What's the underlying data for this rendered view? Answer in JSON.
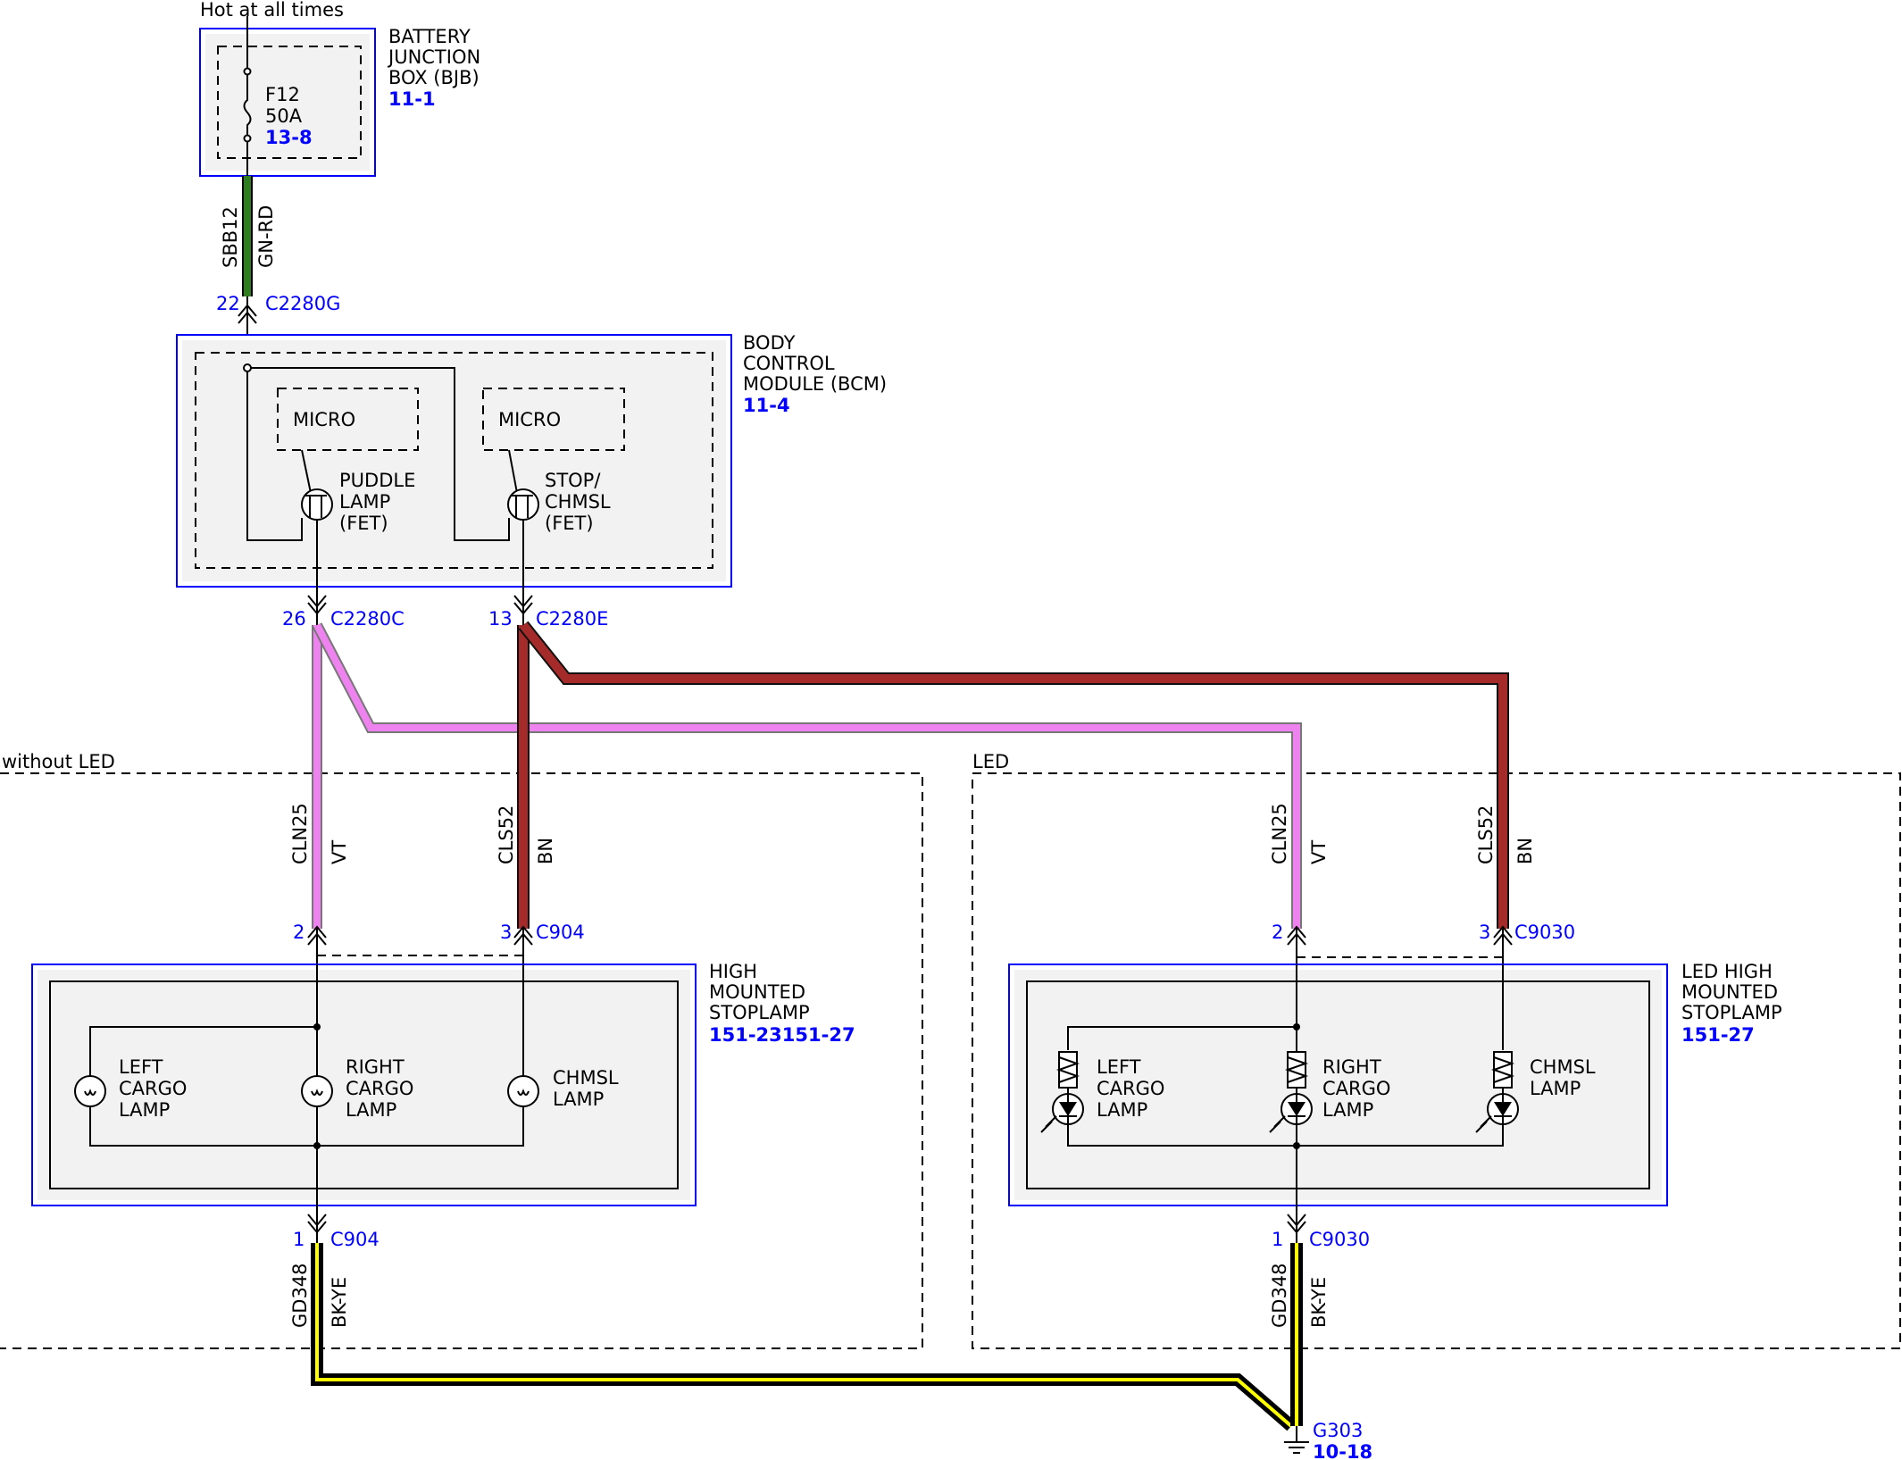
{
  "top_note": "Hot at all times",
  "bjb": {
    "name_lines": [
      "BATTERY",
      "JUNCTION",
      "BOX (BJB)"
    ],
    "ref": "11-1",
    "fuse_lines": [
      "F12",
      "50A"
    ],
    "fuse_ref": "13-8"
  },
  "wire_sbb12": {
    "circuit": "SBB12",
    "color": "GN-RD"
  },
  "c2280g": {
    "pin": "22",
    "connector": "C2280G"
  },
  "bcm": {
    "name_lines": [
      "BODY",
      "CONTROL",
      "MODULE (BCM)"
    ],
    "ref": "11-4",
    "micro1": "MICRO",
    "micro2": "MICRO",
    "fet1_lines": [
      "PUDDLE",
      "LAMP",
      "(FET)"
    ],
    "fet2_lines": [
      "STOP/",
      "CHMSL",
      "(FET)"
    ]
  },
  "c2280c": {
    "pin": "26",
    "connector": "C2280C"
  },
  "c2280e": {
    "pin": "13",
    "connector": "C2280E"
  },
  "region_without_led": "without LED",
  "region_led": "LED",
  "wire_cln25_left": {
    "circuit": "CLN25",
    "color": "VT"
  },
  "wire_cls52_left": {
    "circuit": "CLS52",
    "color": "BN"
  },
  "wire_cln25_right": {
    "circuit": "CLN25",
    "color": "VT"
  },
  "wire_cls52_right": {
    "circuit": "CLS52",
    "color": "BN"
  },
  "c904_top_left": {
    "pin": "2"
  },
  "c904_top_right": {
    "pin": "3",
    "connector": "C904"
  },
  "c9030_top_left": {
    "pin": "2"
  },
  "c9030_top_right": {
    "pin": "3",
    "connector": "C9030"
  },
  "hms": {
    "name_lines": [
      "HIGH",
      "MOUNTED",
      "STOPLAMP"
    ],
    "ref": "151-23151-27",
    "lamp_left": [
      "LEFT",
      "CARGO",
      "LAMP"
    ],
    "lamp_right": [
      "RIGHT",
      "CARGO",
      "LAMP"
    ],
    "lamp_chmsl": [
      "CHMSL",
      "LAMP"
    ]
  },
  "led_hms": {
    "name_lines": [
      "LED HIGH",
      "MOUNTED",
      "STOPLAMP"
    ],
    "ref": "151-27",
    "lamp_left": [
      "LEFT",
      "CARGO",
      "LAMP"
    ],
    "lamp_right": [
      "RIGHT",
      "CARGO",
      "LAMP"
    ],
    "lamp_chmsl": [
      "CHMSL",
      "LAMP"
    ]
  },
  "c904_bottom": {
    "pin": "1",
    "connector": "C904"
  },
  "c9030_bottom": {
    "pin": "1",
    "connector": "C9030"
  },
  "wire_gd348_left": {
    "circuit": "GD348",
    "color": "BK-YE"
  },
  "wire_gd348_right": {
    "circuit": "GD348",
    "color": "BK-YE"
  },
  "ground": {
    "name": "G303",
    "ref": "10-18"
  },
  "colors": {
    "connector_text": "#0000ff",
    "module_border": "#0000ff",
    "wire_gn_rd": "#2e7d1f",
    "wire_vt": "#ee82ee",
    "wire_bn": "#a52a2a",
    "wire_bk_ye": "#ffff00"
  }
}
